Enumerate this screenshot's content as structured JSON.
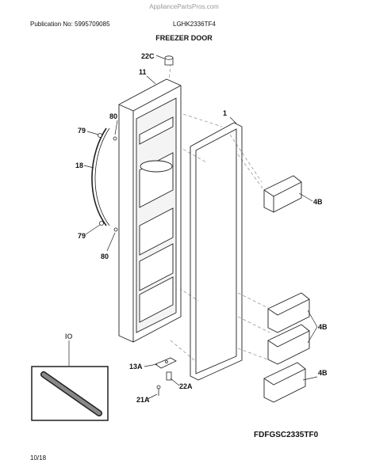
{
  "header": {
    "watermark": "AppliancePartsPros.com",
    "publication": "Publication No: 5995709085",
    "model": "LGHK2336TF4",
    "section_title": "FREEZER DOOR"
  },
  "footer": {
    "figure_ref": "FDFGSC2335TF0",
    "page": "10/18"
  },
  "callouts": {
    "c22C": "22C",
    "c11": "11",
    "c1": "1",
    "c80a": "80",
    "c79a": "79",
    "c18": "18",
    "c79b": "79",
    "c80b": "80",
    "c4Ba": "4B",
    "c4Bb": "4B",
    "c4Bc": "4B",
    "c13A": "13A",
    "c22A": "22A",
    "c21A": "21A",
    "cIO": "IO"
  }
}
